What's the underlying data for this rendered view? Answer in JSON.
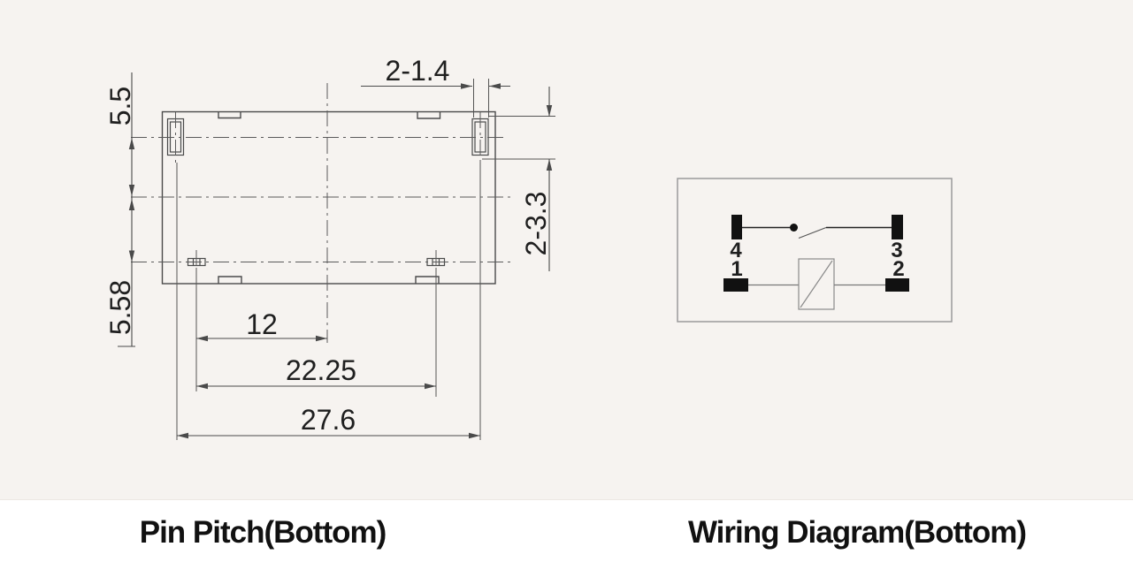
{
  "pin_pitch_view": {
    "caption": "Pin Pitch(Bottom)",
    "dims": {
      "top_row_offset": "5.5",
      "bottom_row_offset": "5.58",
      "hole_width": "2-1.4",
      "hole_height": "2-3.3",
      "center_pitch": "12",
      "bottom_pitch": "22.25",
      "top_pitch": "27.6"
    }
  },
  "wiring_view": {
    "caption": "Wiring Diagram(Bottom)",
    "pin_labels": {
      "top_left": "4",
      "top_right": "3",
      "bottom_left": "1",
      "bottom_right": "2"
    }
  },
  "colors": {
    "background": "#f6f3f0",
    "footer": "#ffffff",
    "drawing_line": "#4a4a4a",
    "centerline": "#5a5a5a",
    "wiring_border": "#9a9a9a",
    "pin_fill": "#111111",
    "text": "#1f1f1f"
  }
}
